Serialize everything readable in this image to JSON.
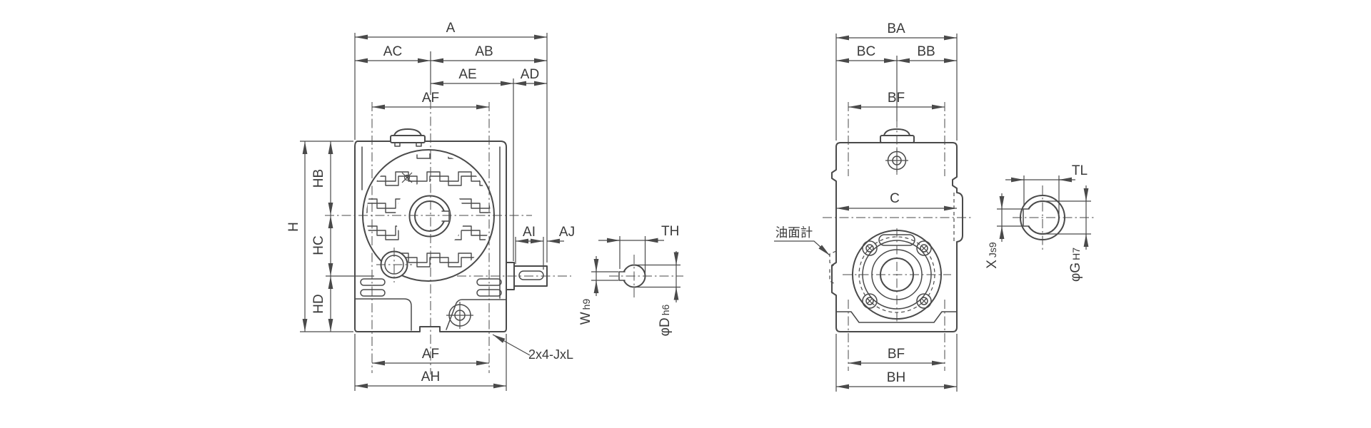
{
  "colors": {
    "background": "#ffffff",
    "line": "#4a4a4a",
    "text": "#3a3a3a"
  },
  "front_view": {
    "dims": {
      "a": "A",
      "ac": "AC",
      "ab": "AB",
      "ae": "AE",
      "ad": "AD",
      "af_top": "AF",
      "h": "H",
      "hb": "HB",
      "hc": "HC",
      "hd": "HD",
      "ai": "AI",
      "aj": "AJ",
      "af_bottom": "AF",
      "ah": "AH"
    },
    "mounting_holes_note": "2x4-JxL"
  },
  "input_shaft_section": {
    "across_keyway": "TH",
    "key_width": "W",
    "key_width_tolerance": "h9",
    "shaft_diameter": "φD",
    "shaft_diameter_tolerance": "h6"
  },
  "side_view": {
    "dims": {
      "ba": "BA",
      "bc": "BC",
      "bb": "BB",
      "bf_top": "BF",
      "c": "C",
      "bf_bottom": "BF",
      "bh": "BH"
    },
    "oil_gauge_label": "油面計"
  },
  "output_bore_section": {
    "across_keyway": "TL",
    "key_width": "X",
    "key_width_tolerance": "Js9",
    "bore_diameter": "φG",
    "bore_diameter_tolerance": "H7"
  }
}
